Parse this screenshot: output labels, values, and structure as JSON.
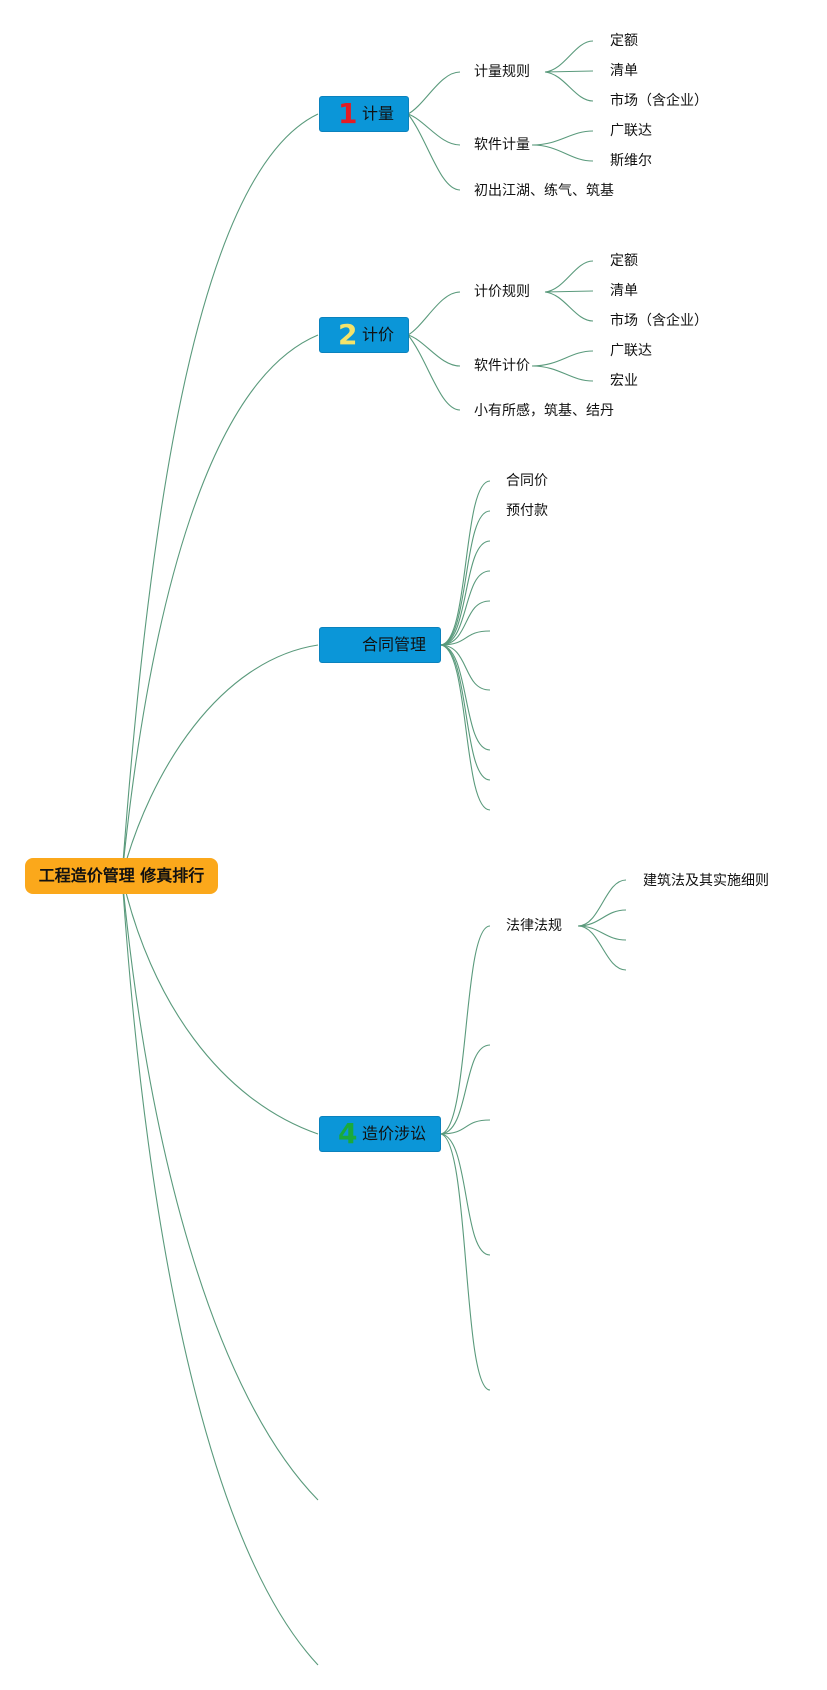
{
  "root": {
    "label": "工程造价管理 修真排行"
  },
  "branches": [
    {
      "num": "1",
      "num_color": "#e31b23",
      "label": "计量"
    },
    {
      "num": "2",
      "num_color": "#f3e36a",
      "label": "计价"
    },
    {
      "num": "",
      "label": "合同管理"
    },
    {
      "num": "4",
      "num_color": "#1aaa3c",
      "label": "造价涉讼"
    }
  ],
  "measure": {
    "rules": {
      "label": "计量规则",
      "items": [
        "定额",
        "清单",
        "市场（含企业）"
      ]
    },
    "software": {
      "label": "软件计量",
      "items": [
        "广联达",
        "斯维尔"
      ]
    },
    "level": "初出江湖、练气、筑基"
  },
  "pricing": {
    "rules": {
      "label": "计价规则",
      "items": [
        "定额",
        "清单",
        "市场（含企业）"
      ]
    },
    "software": {
      "label": "软件计价",
      "items": [
        "广联达",
        "宏业"
      ]
    },
    "level": "小有所感，筑基、结丹"
  },
  "contract": {
    "items": [
      "合同价",
      "预付款"
    ]
  },
  "litigation": {
    "law": {
      "label": "法律法规",
      "items": [
        "建筑法及其实施细则"
      ]
    }
  },
  "colors": {
    "root_fill": "#fba81b",
    "branch_fill": "#0b96d8",
    "link": "#5a9a7c"
  }
}
